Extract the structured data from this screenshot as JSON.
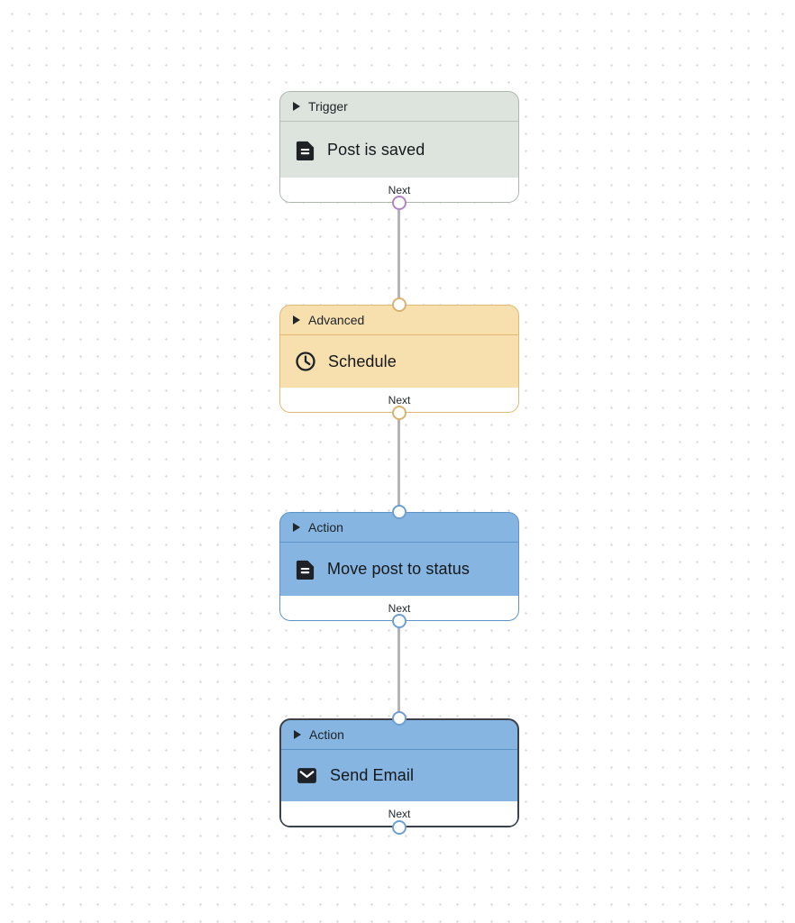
{
  "canvas": {
    "background_color": "#ffffff",
    "dot_color": "#dcdcdc"
  },
  "nodes": [
    {
      "id": "trigger-post-is-saved",
      "category_label": "Trigger",
      "title": "Post is saved",
      "icon": "document-icon",
      "footer_label": "Next",
      "colors": {
        "bg": "#dde4de",
        "border": "#adb7ae",
        "handle_bottom": "#b184c2"
      },
      "selected": false
    },
    {
      "id": "advanced-schedule",
      "category_label": "Advanced",
      "title": "Schedule",
      "icon": "clock-icon",
      "footer_label": "Next",
      "colors": {
        "bg": "#f7dfae",
        "border": "#e0ba74",
        "handle_top": "#d8b26f",
        "handle_bottom": "#d8b26f"
      },
      "selected": false
    },
    {
      "id": "action-move-post-to-status",
      "category_label": "Action",
      "title": "Move post to status",
      "icon": "document-icon",
      "footer_label": "Next",
      "colors": {
        "bg": "#85b5e0",
        "border": "#5e94c8",
        "handle_top": "#6f9fd2",
        "handle_bottom": "#6f9fd2"
      },
      "selected": false
    },
    {
      "id": "action-send-email",
      "category_label": "Action",
      "title": "Send Email",
      "icon": "mail-icon",
      "footer_label": "Next",
      "colors": {
        "bg": "#85b5e0",
        "border": "#3b414b",
        "handle_top": "#6f9fd2",
        "handle_bottom": "#6f9fd2"
      },
      "selected": true
    }
  ],
  "edges": [
    {
      "from": "trigger-post-is-saved",
      "to": "advanced-schedule",
      "color": "#b3b3b9"
    },
    {
      "from": "advanced-schedule",
      "to": "action-move-post-to-status",
      "color": "#b3b3b9"
    },
    {
      "from": "action-move-post-to-status",
      "to": "action-send-email",
      "color": "#b3b3b9"
    }
  ]
}
